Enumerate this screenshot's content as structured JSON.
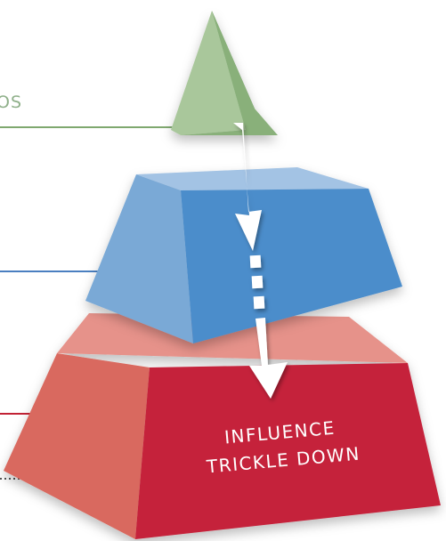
{
  "diagram": {
    "top_label_fragment": "OS",
    "caption_line1": "INFLUENCE",
    "caption_line2": "TRICKLE DOWN",
    "tiers": [
      {
        "name": "top",
        "colors": {
          "front": "#89b07a",
          "side": "#a9c79b",
          "back": "#6f9a64"
        }
      },
      {
        "name": "middle",
        "colors": {
          "front": "#4c8dcb",
          "side": "#7aa9d6",
          "top": "#a3c3e4"
        }
      },
      {
        "name": "bottom",
        "colors": {
          "front": "#c5223a",
          "side": "#d9695f",
          "top": "#e6928a"
        }
      }
    ],
    "connector_colors": {
      "green": "#7fa86f",
      "blue": "#4a7fc0",
      "red": "#c22235",
      "dotted": "#555555"
    },
    "arrow_color": "#ffffff"
  }
}
